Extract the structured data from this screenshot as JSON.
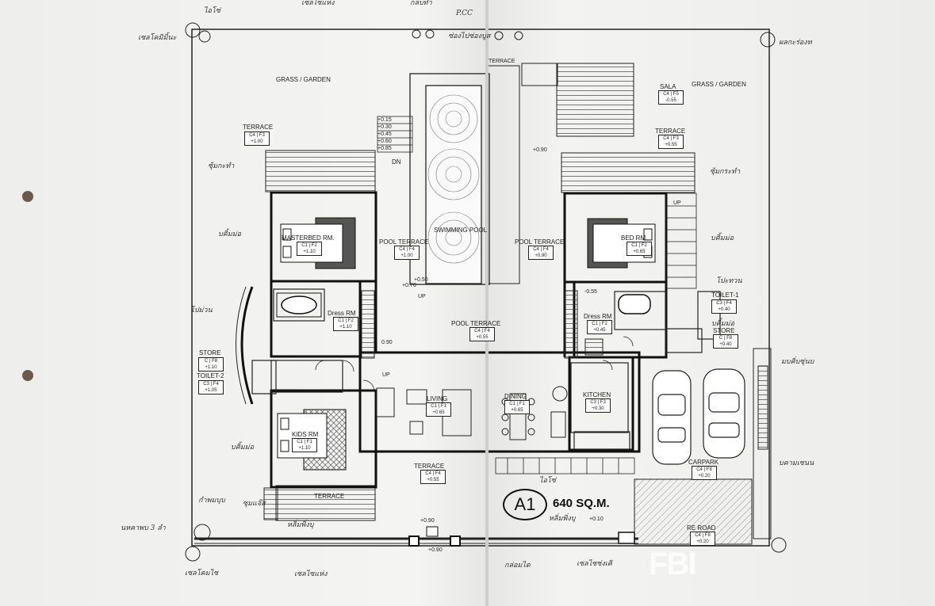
{
  "plan": {
    "title": "A1",
    "area": "640 SQ.M."
  },
  "rooms": {
    "garden_left": "GRASS / GARDEN",
    "garden_right": "GRASS / GARDEN",
    "terrace_tl": "TERRACE",
    "terrace_tr": "TERRACE",
    "terrace_bottom": "TERRACE",
    "terrace_top": "TERRACE",
    "sala": "SALA",
    "master_bed": "MASTERBED RM.",
    "bed": "BED RM.",
    "kids": "KIDS RM",
    "pool": "SWIMMING POOL",
    "pool_terrace_left": "POOL TERRACE",
    "pool_terrace_right": "POOL TERRACE",
    "pool_terrace_center": "POOL TERRACE",
    "dress_left": "Dress RM",
    "dress_right": "Dress RM",
    "living": "LIVING",
    "dining": "DINING",
    "kitchen": "KITCHEN",
    "store_left": "STORE",
    "store_right": "STORE",
    "toilet_left": "TOILET-2",
    "toilet_right": "TOILET-1",
    "carpark": "CARPARK",
    "road": "RE ROAD",
    "terrace_kids": "TERRACE",
    "dn": "DN",
    "up1": "UP",
    "up2": "UP",
    "up3": "UP"
  },
  "tags": {
    "terrace_tl": [
      "C4",
      "F3",
      "+1.00"
    ],
    "terrace_tr": [
      "C4",
      "F3",
      "+0.55"
    ],
    "sala": [
      "C4",
      "F5",
      "-0.55"
    ],
    "master": [
      "C1",
      "F2",
      "+1.10"
    ],
    "bed": [
      "C1",
      "F2",
      "+0.65"
    ],
    "kids": [
      "C1",
      "F1",
      "+1.10"
    ],
    "pool_terrace_left": [
      "C4",
      "F4",
      "+1.00"
    ],
    "pool_terrace_right": [
      "C4",
      "F4",
      "+0.90"
    ],
    "pool_terrace_center": [
      "C4",
      "F4",
      "+0.55"
    ],
    "dress_left": [
      "C1",
      "F2",
      "+1.10"
    ],
    "dress_right": [
      "C1",
      "F2",
      "+0.45"
    ],
    "living": [
      "C1",
      "F1",
      "+0.65"
    ],
    "dining": [
      "C1",
      "F1",
      "+0.65"
    ],
    "kitchen": [
      "C3",
      "F3",
      "+0.30"
    ],
    "store_left": [
      "C",
      "F8",
      "+1.10"
    ],
    "toilet_left": [
      "C3",
      "F4",
      "+1.05"
    ],
    "toilet_right": [
      "C3",
      "F4",
      "+0.40"
    ],
    "store_right": [
      "C",
      "F8",
      "+0.40"
    ],
    "carpark": [
      "C4",
      "F8",
      "+0.20"
    ],
    "road": [
      "C4",
      "F8",
      "+0.20"
    ],
    "terrace_bottom": [
      "C4",
      "F4",
      "+0.55"
    ]
  },
  "levels": {
    "l1": "+0.15",
    "l2": "+0.30",
    "l3": "+0.45",
    "l4": "+0.60",
    "l5": "+0.85",
    "l6": "+0.90",
    "l7": "+0.90",
    "l8": "+0.50",
    "l9": "+0.70",
    "l10": "-0.55",
    "l11": "0.90",
    "l12": "+0.10",
    "l13": "+0.90"
  },
  "handwriting": {
    "h1": "ไอโซ่",
    "h2": "เซลไซแห่ง",
    "h3": "กลบทำ",
    "h4": "ซ่องไปซ่องบูส",
    "h5": "เซลโคมิมิ้นะ",
    "h6": "ผลกะร่องท",
    "h7": "ซุ้มกะทำ",
    "h8": "ซุ้มกระทำ",
    "h9": "บคิ้มม่อ",
    "h10": "บคิ้มม่อ",
    "h11": "โปม่วน",
    "h12": "โปะทวน",
    "h13": "บคิ้มม่อ",
    "h14": "มบคิ่บซุ่นบ",
    "h15": "บคิ้มม่อ",
    "h16": "บคามเซนน",
    "h17": "กำพมบุบ",
    "h18": "ซุมแจ๊ส",
    "h19": "นหคาพบ 3 ลำ",
    "h20": "หลิ่มพิ่งบุ",
    "h21": "หลิ่มพิ่งบุ",
    "h22": "ไอโซ่",
    "h23": "เซลไซแห่ง",
    "h24": "เซลโคมไซ",
    "h25": "กล่อมได",
    "h26": "เซลไซซ่งเคิ",
    "h27": "P.CC"
  },
  "watermark": "FBI"
}
